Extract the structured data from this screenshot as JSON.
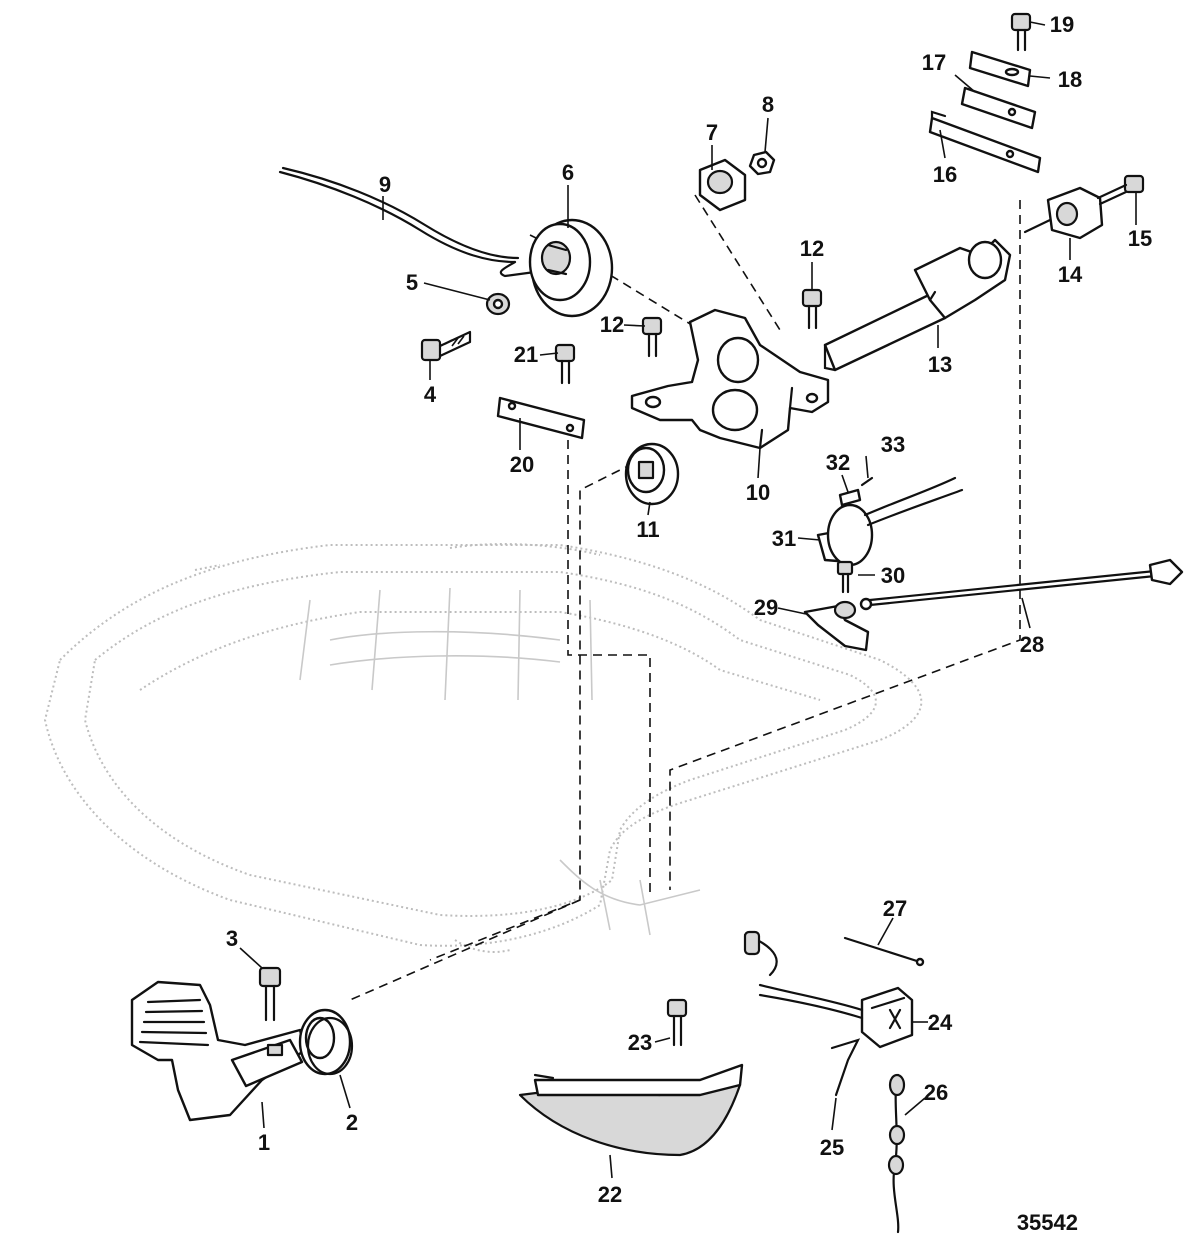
{
  "diagram": {
    "callouts": [
      "1",
      "2",
      "3",
      "4",
      "5",
      "6",
      "7",
      "8",
      "9",
      "10",
      "11",
      "12",
      "13",
      "14",
      "15",
      "16",
      "17",
      "18",
      "19",
      "20",
      "21",
      "22",
      "23",
      "24",
      "25",
      "26",
      "27",
      "28",
      "29",
      "30",
      "31",
      "32",
      "33"
    ],
    "figure_number": "35542"
  }
}
